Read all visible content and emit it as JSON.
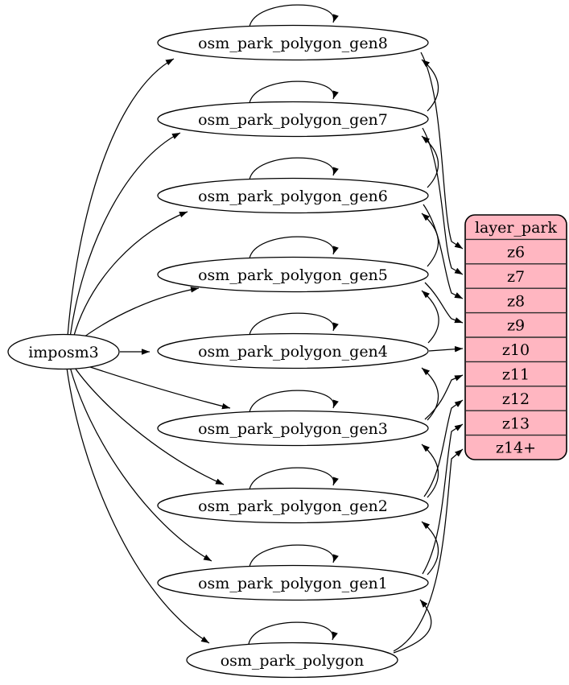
{
  "diagram": {
    "source": {
      "label": "imposm3"
    },
    "nodes": [
      {
        "label": "osm_park_polygon_gen8"
      },
      {
        "label": "osm_park_polygon_gen7"
      },
      {
        "label": "osm_park_polygon_gen6"
      },
      {
        "label": "osm_park_polygon_gen5"
      },
      {
        "label": "osm_park_polygon_gen4"
      },
      {
        "label": "osm_park_polygon_gen3"
      },
      {
        "label": "osm_park_polygon_gen2"
      },
      {
        "label": "osm_park_polygon_gen1"
      },
      {
        "label": "osm_park_polygon"
      }
    ],
    "layer": {
      "header": "layer_park",
      "rows": [
        "z6",
        "z7",
        "z8",
        "z9",
        "z10",
        "z11",
        "z12",
        "z13",
        "z14+"
      ],
      "fill": "#ffb6c1",
      "stroke": "#000000"
    }
  }
}
